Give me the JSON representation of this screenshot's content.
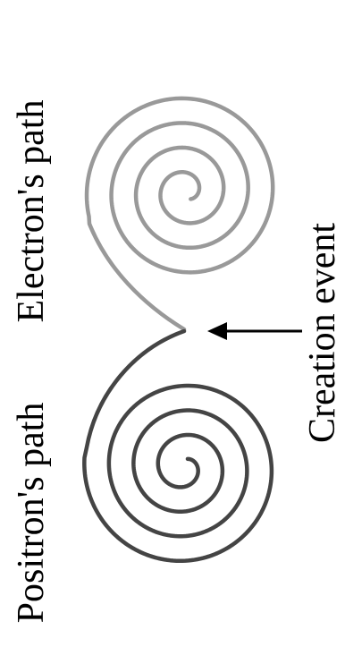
{
  "labels": {
    "electron": "Electron's path",
    "positron": "Positron's path",
    "creation": "Creation event"
  },
  "colors": {
    "electron_path": "#999999",
    "positron_path": "#444444",
    "arrow": "#000000",
    "text": "#000000"
  }
}
